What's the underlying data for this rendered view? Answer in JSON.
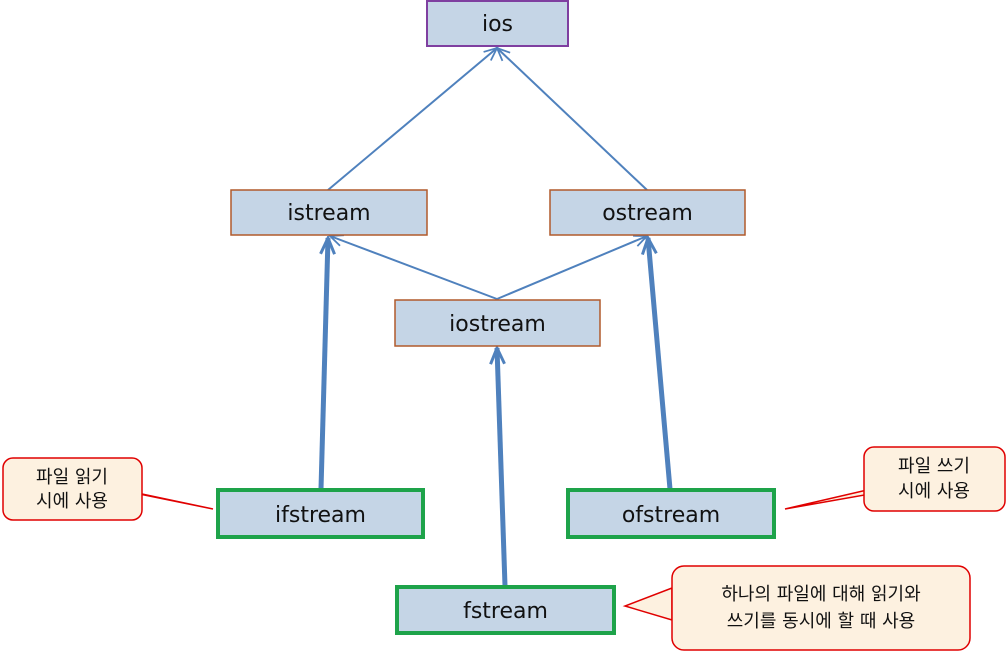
{
  "nodes": {
    "ios": {
      "label": "ios"
    },
    "istream": {
      "label": "istream"
    },
    "ostream": {
      "label": "ostream"
    },
    "iostream": {
      "label": "iostream"
    },
    "ifstream": {
      "label": "ifstream"
    },
    "ofstream": {
      "label": "ofstream"
    },
    "fstream": {
      "label": "fstream"
    }
  },
  "callouts": {
    "ifstream_note": {
      "line1": "파일 읽기",
      "line2": "시에 사용"
    },
    "ofstream_note": {
      "line1": "파일 쓰기",
      "line2": "시에 사용"
    },
    "fstream_note": {
      "line1": "하나의 파일에 대해 읽기와",
      "line2": "쓰기를 동시에 할 때 사용"
    }
  },
  "colors": {
    "box_fill": "#c5d5e6",
    "ios_border": "#7f3fa0",
    "mid_border": "#b15a2c",
    "file_border": "#1ea34a",
    "arrow": "#4f81bd",
    "note_fill": "#fdf1e0",
    "note_border": "#e00000"
  }
}
